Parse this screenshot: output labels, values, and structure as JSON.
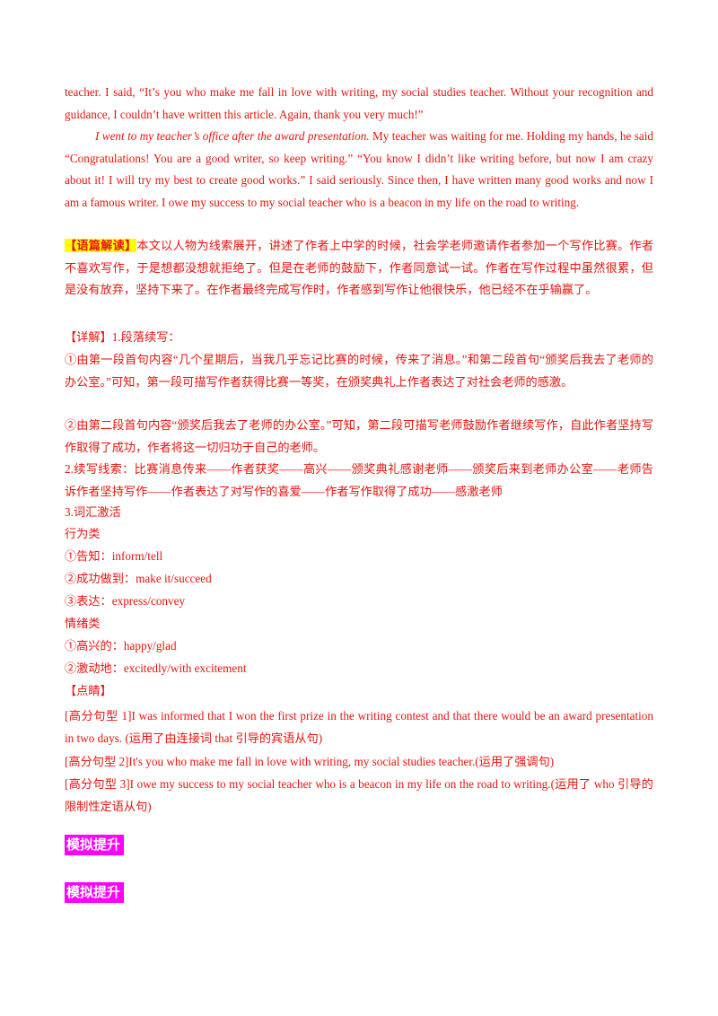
{
  "essay": {
    "p1": "teacher. I said, “It’s you who make me fall in love with writing, my social studies teacher. Without your recognition and guidance, I couldn’t have written this article. Again,  thank you very much!”",
    "p2_lead": "I went to my teacher’s office after the award presentation.",
    "p2_body": " My teacher was waiting for me. Holding my hands, he said “Congratulations! You are a good writer, so keep writing.” “You know I didn’t like writing before, but now I am crazy about it! I will try my best to create good works.” I said seriously. Since then, I have written many good works and now I am a famous writer. I owe my success to my social teacher who is a beacon in my life on the road to writing."
  },
  "analysis": {
    "tag": "【语篇解读】",
    "text": "本文以人物为线索展开，讲述了作者上中学的时候，社会学老师邀请作者参加一个写作比赛。作者不喜欢写作，于是想都没想就拒绝了。但是在老师的鼓励下，作者同意试一试。作者在写作过程中虽然很累，但是没有放弃，坚持下来了。在作者最终完成写作时，作者感到写作让他很快乐，他已经不在乎输赢了。"
  },
  "detail": {
    "heading": "【详解】1.段落续写：",
    "point1": "①由第一段首句内容“几个星期后，当我几乎忘记比赛的时候，传来了消息。”和第二段首句“颁奖后我去了老师的办公室。”可知，第一段可描写作者获得比赛一等奖，在颁奖典礼上作者表达了对社会老师的感激。",
    "point2": "②由第二段首句内容“颁奖后我去了老师的办公室。”可知，第二段可描写老师鼓励作者继续写作，自此作者坚持写作取得了成功，作者将这一切归功于自己的老师。",
    "clue": "2.续写线索：比赛消息传来——作者获奖——高兴——颁奖典礼感谢老师——颁奖后来到老师办公室——老师告诉作者坚持写作——作者表达了对写作的喜爱——作者写作取得了成功——感激老师"
  },
  "vocab": {
    "heading": "3.词汇激活",
    "cat1": "行为类",
    "v1": "①告知：inform/tell",
    "v2": "②成功做到：make it/succeed",
    "v3": "③表达：express/convey",
    "cat2": "情绪类",
    "v4": "①高兴的：happy/glad",
    "v5": "②激动地：excitedly/with excitement"
  },
  "dianjing": {
    "heading": "【点睛】",
    "s1": "[高分句型 1]I was informed that I won the first prize in the writing contest and that there would be an award presentation in two days. (运用了由连接词 that 引导的宾语从句)",
    "s2": "[高分句型 2]It's you who make me fall in love with writing, my social studies teacher.(运用了强调句)",
    "s3": "[高分句型 3]I owe my success to my social teacher who is a beacon in my life on the road to writing.(运用了 who 引导的限制性定语从句)"
  },
  "sections": {
    "h1": "模拟提升",
    "h2": "模拟提升"
  },
  "colors": {
    "text": "#e8140f",
    "highlight_yellow": "#ffff00",
    "heading_magenta": "#ff00ff"
  }
}
